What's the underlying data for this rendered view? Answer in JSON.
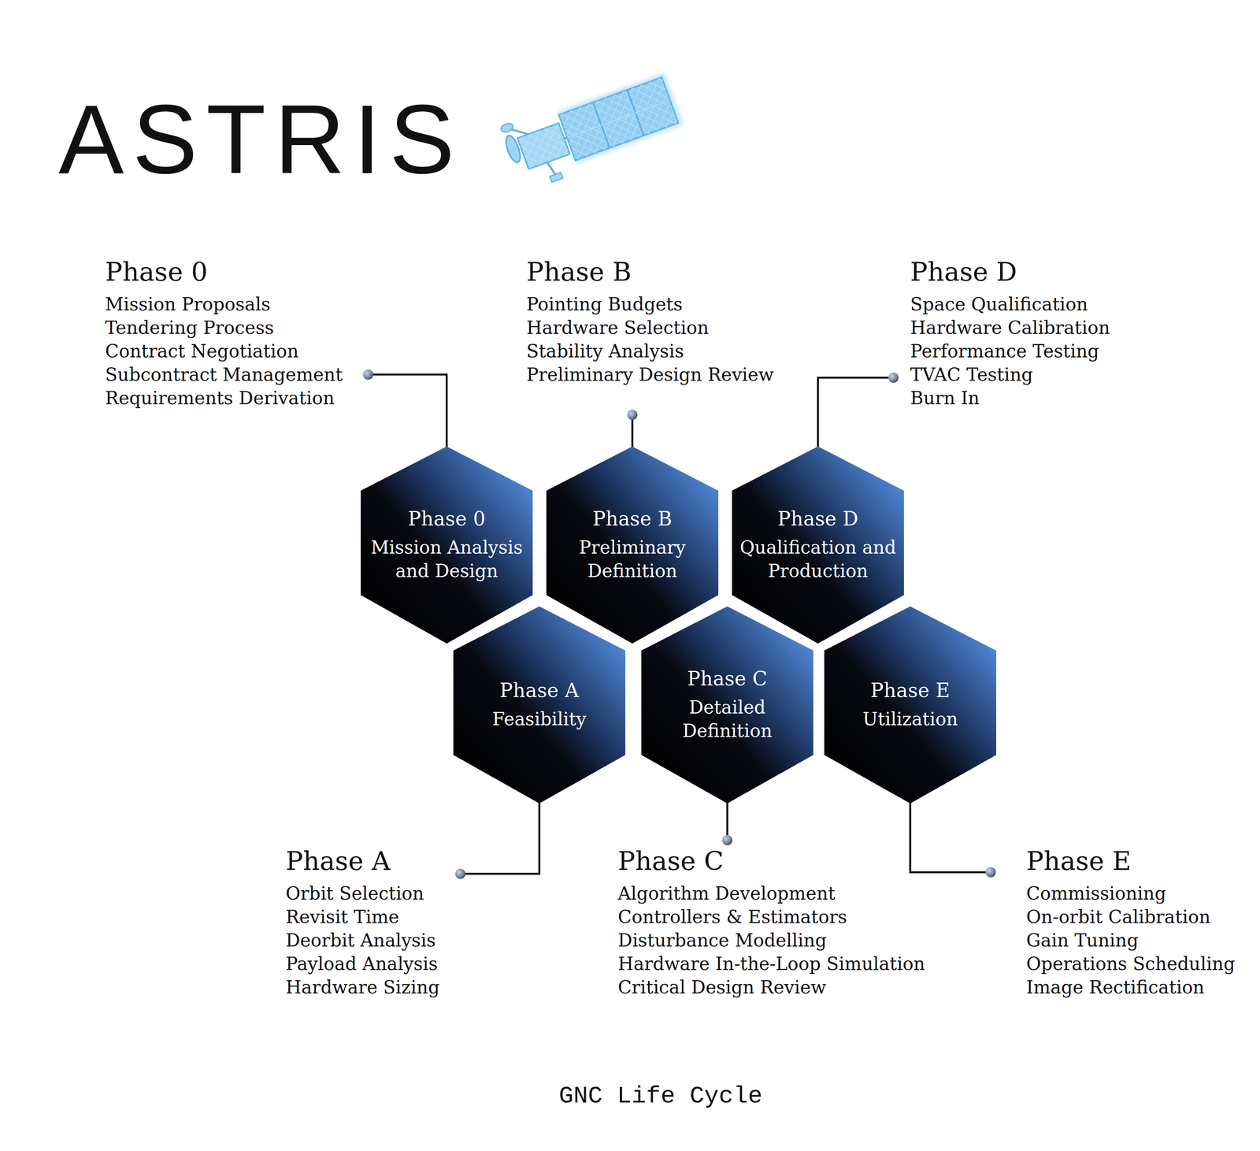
{
  "diagram": {
    "title": "ASTRIS",
    "caption": "GNC Life Cycle",
    "nodes": [
      {
        "text": [
          "Phase 0",
          "Mission Analysis and Design"
        ]
      },
      {
        "text": [
          "Phase B",
          "Preliminary Definition"
        ]
      },
      {
        "text": [
          "Phase D",
          "Qualification and Production"
        ]
      },
      {
        "text": [
          "Phase A",
          "Feasibility"
        ]
      },
      {
        "text": [
          "Phase C",
          "Detailed Definition"
        ]
      },
      {
        "text": [
          "Phase E",
          "Utilization"
        ]
      }
    ],
    "labels": [
      "Phase 0",
      "Mission Proposals",
      "Tendering Process",
      "Contract Negotiation",
      "Subcontract Management",
      "Requirements Derivation",
      "Phase B",
      "Pointing Budgets",
      "Hardware Selection",
      "Stability Analysis",
      "Preliminary Design Review",
      "Phase D",
      "Space Qualification",
      "Hardware Calibration",
      "Performance Testing",
      "TVAC Testing",
      "Burn In",
      "Phase A",
      "Orbit Selection",
      "Revisit Time",
      "Deorbit Analysis",
      "Payload Analysis",
      "Hardware Sizing",
      "Phase C",
      "Algorithm Development",
      "Controllers & Estimators",
      "Disturbance Modelling",
      "Hardware In-the-Loop Simulation",
      "Critical Design Review",
      "Phase E",
      "Commissioning",
      "On-orbit Calibration",
      "Gain Tuning",
      "Operations Scheduling",
      "Image Rectification"
    ]
  }
}
